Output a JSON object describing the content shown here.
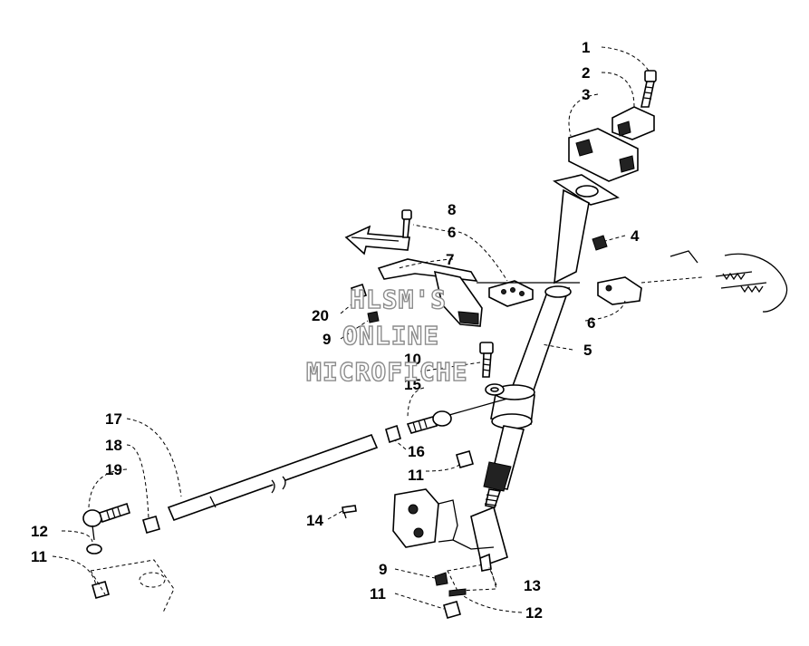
{
  "watermark": {
    "line1": "HLSM'S",
    "line2": "ONLINE",
    "line3": "MICROFICHE"
  },
  "callouts": {
    "c1": "1",
    "c2": "2",
    "c3": "3",
    "c4": "4",
    "c5": "5",
    "c6a": "6",
    "c6b": "6",
    "c7": "7",
    "c8": "8",
    "c9a": "9",
    "c9b": "9",
    "c10": "10",
    "c11a": "11",
    "c11b": "11",
    "c11c": "11",
    "c12a": "12",
    "c12b": "12",
    "c13": "13",
    "c14": "14",
    "c15": "15",
    "c16": "16",
    "c17": "17",
    "c18": "18",
    "c19": "19",
    "c20": "20"
  }
}
